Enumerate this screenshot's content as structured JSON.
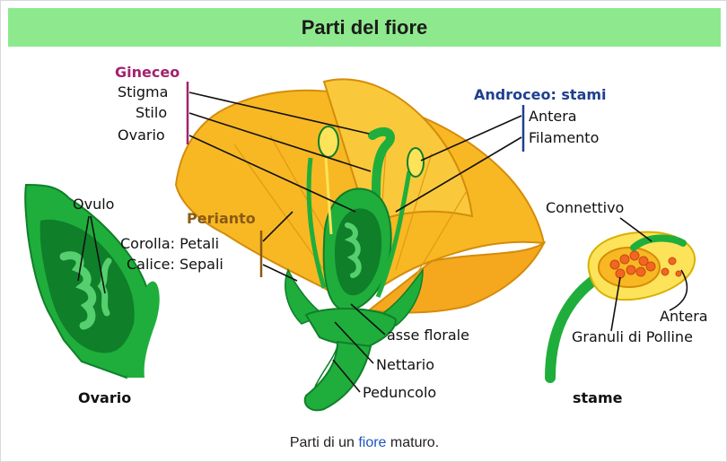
{
  "header": {
    "title": "Parti del fiore"
  },
  "labels": {
    "gineceo": "Gineceo",
    "stigma": "Stigma",
    "stilo": "Stilo",
    "ovario": "Ovario",
    "androceo": "Androceo: stami",
    "antera": "Antera",
    "filamento": "Filamento",
    "perianto": "Perianto",
    "corolla": "Corolla: Petali",
    "calice": "Calice: Sepali",
    "ovulo": "Ovulo",
    "asse_florale": "asse florale",
    "nettario": "Nettario",
    "peduncolo": "Peduncolo",
    "connettivo": "Connettivo",
    "antera_stame": "Antera",
    "granuli": "Granuli di Polline",
    "ovario_bottom": "Ovario",
    "stame_bottom": "stame"
  },
  "caption": {
    "before": "Parti di un ",
    "link": "fiore",
    "after": " maturo."
  },
  "colors": {
    "header_bg": "#8ee98e",
    "gineceo": "#a3226f",
    "androceo": "#1f3f8f",
    "perianto": "#8a5a12",
    "petal": "#f7b824",
    "green": "#1fae3b",
    "dark_green": "#0f7f2a",
    "link": "#1a56c4"
  }
}
